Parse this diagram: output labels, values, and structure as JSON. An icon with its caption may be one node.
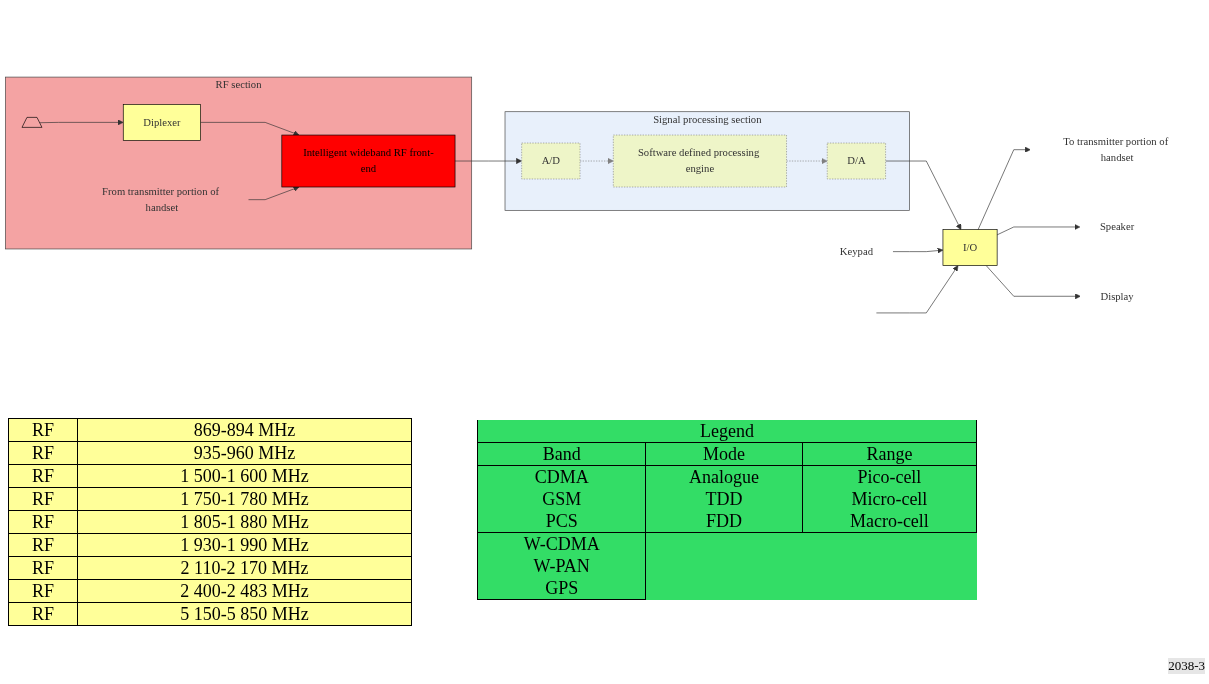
{
  "diagram": {
    "nodes": [
      {
        "text": [
          "RF section"
        ]
      },
      {
        "text": [],
        "shape": "antenna",
        "in": 0
      },
      {
        "text": [
          "Diplexer"
        ],
        "in": 0
      },
      {
        "text": [
          "From transmitter portion of handset"
        ],
        "in": 0
      },
      {
        "text": [
          "Intelligent wideband RF front-end"
        ],
        "in": 0
      },
      {
        "text": [
          "Signal processing section"
        ]
      },
      {
        "text": [
          "A/D"
        ],
        "in": 5
      },
      {
        "text": [
          "Software defined processing engine"
        ],
        "in": 5
      },
      {
        "text": [
          "D/A"
        ],
        "in": 5
      },
      {
        "text": [
          "To transmitter portion of handset"
        ]
      },
      {
        "text": [
          "I/O"
        ]
      },
      {
        "text": [
          "Keypad"
        ]
      },
      {
        "text": [
          "Speaker"
        ]
      },
      {
        "text": [
          "Display"
        ]
      }
    ],
    "edges": [
      {
        "from": 1,
        "to": 2,
        "arrow": "to"
      },
      {
        "from": 2,
        "to": 4,
        "arrow": "to"
      },
      {
        "from": 3,
        "to": 4,
        "arrow": "to"
      },
      {
        "from": 4,
        "to": 6,
        "arrow": "to"
      },
      {
        "from": 6,
        "to": 7,
        "arrow": "to",
        "style": "dashed",
        "color": "#808080"
      },
      {
        "from": 7,
        "to": 8,
        "arrow": "to",
        "style": "dashed",
        "color": "#808080"
      },
      {
        "from": 8,
        "to": 10,
        "arrow": "to"
      },
      {
        "from": 10,
        "to": 9,
        "arrow": "to"
      },
      {
        "from": 11,
        "to": 10,
        "arrow": "to"
      },
      {
        "from": null,
        "to": 10,
        "arrow": "to"
      },
      {
        "from": 10,
        "to": 12,
        "arrow": "to"
      },
      {
        "from": 10,
        "to": 13,
        "arrow": "to"
      }
    ],
    "labels": [
      "RF",
      "869-894 MHz",
      "RF",
      "935-960 MHz",
      "RF",
      "1 500-1 600 MHz",
      "RF",
      "1 750-1 780 MHz",
      "RF",
      "1 805-1 880 MHz",
      "RF",
      "1 930-1 990 MHz",
      "RF",
      "2 110-2 170 MHz",
      "RF",
      "2 400-2 483 MHz",
      "RF",
      "5 150-5 850 MHz",
      "Legend",
      "Band",
      "Mode",
      "Range",
      "CDMA",
      "Analogue",
      "Pico-cell",
      "GSM",
      "TDD",
      "Micro-cell",
      "PCS",
      "FDD",
      "Macro-cell",
      "W-CDMA",
      "W-PAN",
      "GPS",
      "2038-3"
    ]
  }
}
